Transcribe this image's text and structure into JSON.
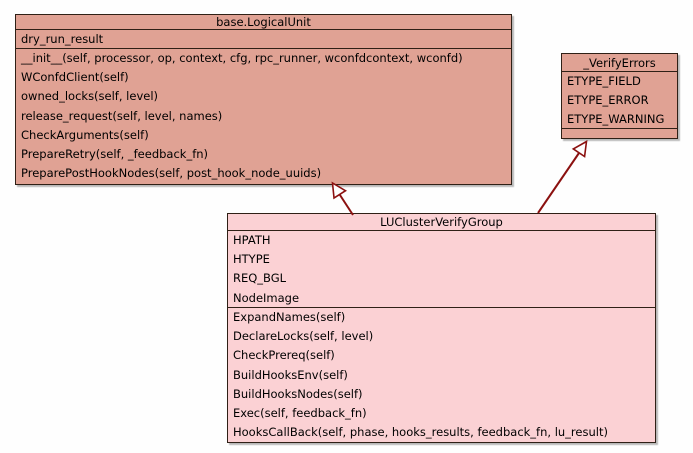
{
  "diagram": {
    "type": "uml-class-diagram",
    "background": "#fefefe",
    "colors": {
      "parent_class_fill": "#e0a294",
      "child_class_fill": "#fbd1d4",
      "border": "#2f2016",
      "arrow": "#8b1110",
      "arrowhead_fill": "#fefefe",
      "text": "#000000"
    },
    "classes": [
      {
        "name": "base.LogicalUnit",
        "attributes": [
          "dry_run_result"
        ],
        "methods": [
          "__init__(self, processor, op, context, cfg, rpc_runner, wconfdcontext, wconfd)",
          "WConfdClient(self)",
          "owned_locks(self, level)",
          "release_request(self, level, names)",
          "CheckArguments(self)",
          "PrepareRetry(self, _feedback_fn)",
          "PreparePostHookNodes(self, post_hook_node_uuids)"
        ]
      },
      {
        "name": "_VerifyErrors",
        "attributes": [
          "ETYPE_FIELD",
          "ETYPE_ERROR",
          "ETYPE_WARNING"
        ],
        "methods": []
      },
      {
        "name": "LUClusterVerifyGroup",
        "attributes": [
          "HPATH",
          "HTYPE",
          "REQ_BGL",
          "NodeImage"
        ],
        "methods": [
          "ExpandNames(self)",
          "DeclareLocks(self, level)",
          "CheckPrereq(self)",
          "BuildHooksEnv(self)",
          "BuildHooksNodes(self)",
          "Exec(self, feedback_fn)",
          "HooksCallBack(self, phase, hooks_results, feedback_fn, lu_result)"
        ]
      }
    ],
    "relationships": [
      {
        "type": "inheritance",
        "from": "LUClusterVerifyGroup",
        "to": "base.LogicalUnit"
      },
      {
        "type": "inheritance",
        "from": "LUClusterVerifyGroup",
        "to": "_VerifyErrors"
      }
    ]
  }
}
